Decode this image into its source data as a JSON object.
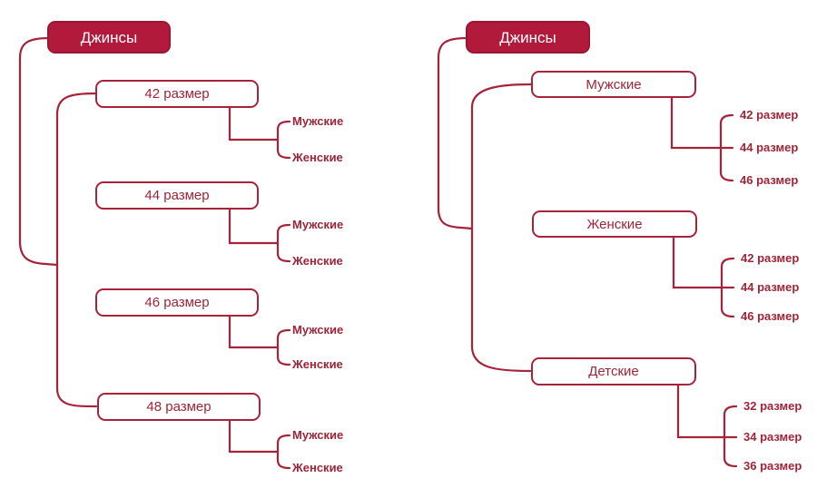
{
  "colors": {
    "accent": "#A62339",
    "root_fill": "#B21A3C",
    "root_stroke": "#9C1531",
    "root_text": "#FFFFFF",
    "box_text": "#9E2437",
    "background": "#FFFFFF"
  },
  "left_tree": {
    "root_label": "Джинсы",
    "children": [
      {
        "label": "42 размер",
        "leaves": [
          "Мужские",
          "Женские"
        ]
      },
      {
        "label": "44 размер",
        "leaves": [
          "Мужские",
          "Женские"
        ]
      },
      {
        "label": "46 размер",
        "leaves": [
          "Мужские",
          "Женские"
        ]
      },
      {
        "label": "48 размер",
        "leaves": [
          "Мужские",
          "Женские"
        ]
      }
    ]
  },
  "right_tree": {
    "root_label": "Джинсы",
    "children": [
      {
        "label": "Мужские",
        "leaves": [
          "42 размер",
          "44 размер",
          "46 размер"
        ]
      },
      {
        "label": "Женские",
        "leaves": [
          "42 размер",
          "44 размер",
          "46 размер"
        ]
      },
      {
        "label": "Детские",
        "leaves": [
          "32 размер",
          "34 размер",
          "36 размер"
        ]
      }
    ]
  }
}
